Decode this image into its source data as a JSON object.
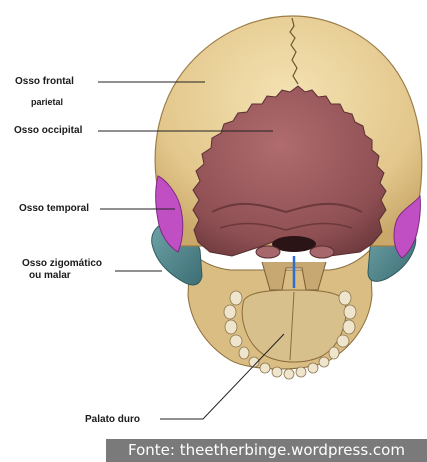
{
  "labels": {
    "frontal": "Osso frontal",
    "parietal": "parietal",
    "occipital": "Osso occipital",
    "temporal": "Osso temporal",
    "zigomatico_line1": "Osso zigomático",
    "zigomatico_line2": "ou malar",
    "palato": "Palato duro"
  },
  "credit": "Fonte: theetherbinge.wordpress.com",
  "colors": {
    "frontal_bone": "#e8cf95",
    "occipital_bone": "#9c5a5e",
    "temporal_bone": "#c04fc4",
    "zygomatic_bone": "#4f8b92",
    "palate": "#d8c08c"
  }
}
